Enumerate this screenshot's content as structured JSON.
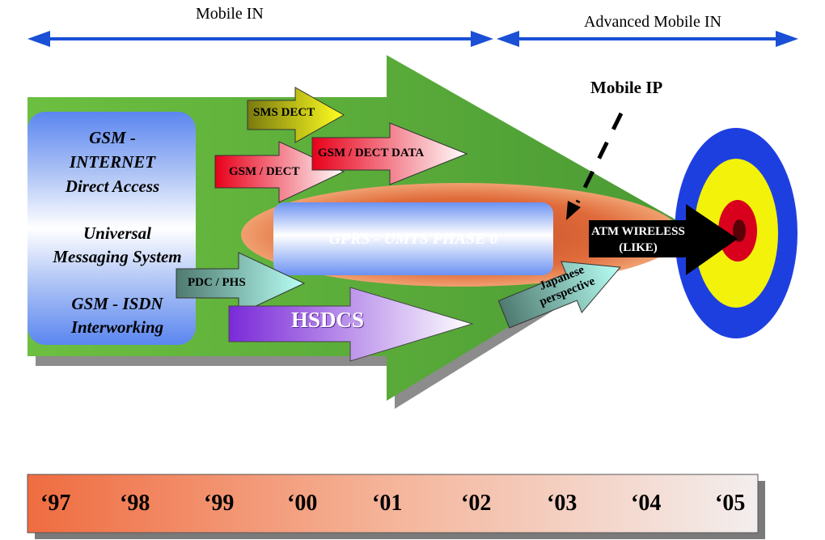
{
  "header": {
    "left_label": "Mobile IN",
    "right_label": "Advanced Mobile IN"
  },
  "left_box": {
    "gsm_internet": [
      "GSM -",
      "INTERNET",
      "Direct Access"
    ],
    "ums": [
      "Universal",
      "Messaging System"
    ],
    "gsm_isdn": [
      "GSM - ISDN",
      "Interworking"
    ]
  },
  "arrows": {
    "sms_dect": "SMS DECT",
    "gsm_dect": "GSM / DECT",
    "gsm_dect_data": "GSM / DECT DATA",
    "pdc_phs": "PDC / PHS",
    "hsdcs": "HSDCS",
    "japanese": [
      "Japanese",
      "perspective"
    ],
    "atm_wireless": [
      "ATM WIRELESS",
      "(LIKE)"
    ]
  },
  "center_bar": "GPRS - UMTS PHASE 0",
  "mobile_ip": "Mobile IP",
  "timeline": {
    "years": [
      "‘97",
      "‘98",
      "‘99",
      "‘00",
      "‘01",
      "‘02",
      "‘03",
      "‘04",
      "‘05"
    ]
  },
  "colors": {
    "green_field": "#7fd34a",
    "big_arrow": "#5fa83a",
    "arrow_blue": "#1a4fd6",
    "target_blue": "#1e3fe0",
    "target_yellow": "#f2f20a",
    "target_red": "#d8001c",
    "timeline_start": "#f0724a",
    "timeline_end": "#f3eeee"
  }
}
